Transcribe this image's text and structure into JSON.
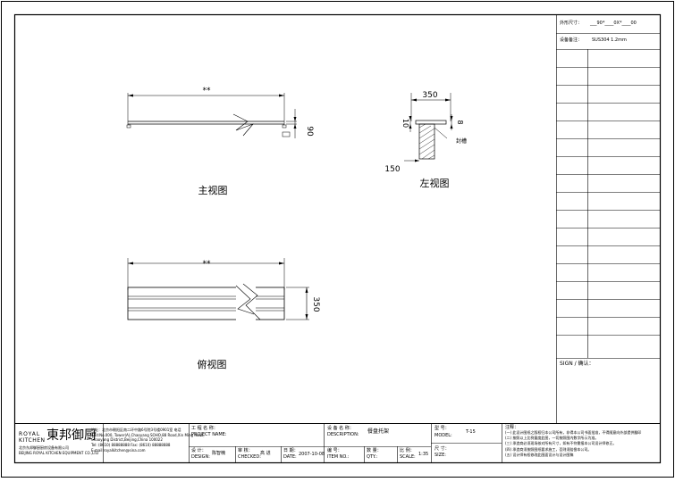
{
  "drawing": {
    "front_view": {
      "label": "主视图",
      "length_mark": "**",
      "height_dim": "90"
    },
    "left_view": {
      "label": "左视图",
      "top_dim": "350",
      "side_dim_left": "10",
      "side_dim_right": "8",
      "bottom_dim": "150",
      "callout": "封槽"
    },
    "top_view": {
      "label": "俯视图",
      "length_mark": "**",
      "width_dim": "350"
    }
  },
  "spec_table": {
    "size_label": "外形尺寸：",
    "size_value": "___90*____0X*____00",
    "material_label": "设备备注：",
    "material_value": "SUS304 1.2mm",
    "sign_label": "SIGN / 确认："
  },
  "title_block": {
    "brand_en_1": "ROYAL",
    "brand_en_2": "KITCHEN",
    "brand_cn": "東邦御厨",
    "company_cn": "北京东邦御厨厨房设备有限公司",
    "company_en": "BEIJING ROYAL KITCHEN EQUIPMENT CO.,LTD",
    "address_lines": [
      "地址：北京市朝阳区南二环中路6号院3号楼0901室 电话",
      "Add:No.000, Tower(A),Chaoyang SOHO,88 Road,Xin Ming Road,",
      "Chaoyang District,Beijing,China 100022",
      "Tel: (8610) 88888888  Fax: (8610) 88888888",
      "E-mail:royalkitchen@sina.com"
    ],
    "project_label": "工 程 名 称：",
    "project_label_en": "PROJECT NAME:",
    "design_label": "设 计：",
    "design_label_en": "DESIGN:",
    "design_value": "陈智楠",
    "check_label": "审 核：",
    "check_label_en": "CHECKED:",
    "check_value": "高 进",
    "date_label": "日 期：",
    "date_label_en": "DATE:",
    "date_value": "2007-10-08",
    "desc_label": "设 备 名 称：",
    "desc_label_en": "DESCRIPTION:",
    "desc_value": "餐盘托架",
    "item_label": "编 号：",
    "item_label_en": "ITEM NO.:",
    "qty_label": "数 量：",
    "qty_label_en": "QTY.:",
    "scale_label": "比 例：",
    "scale_label_en": "SCALE:",
    "scale_value": "1:35",
    "model_label": "型 号：",
    "model_label_en": "MODEL:",
    "model_value": "T-15",
    "size_label": "尺 寸：",
    "size_label_en": "SIZE:",
    "notes_title": "注释：",
    "notes": [
      "(一) 此设计图纸之版权归本公司所有，非得本公司书面批准，不得随意向外部提供翻印",
      "(二) 按照以上比例量度此图，一切按照图内数字所示为准。",
      "(三) 承造商必须现场核对所有尺寸，如有不符需报本公司设计师修正。",
      "(四) 承造商须按照图纸要求施工，否则须赔偿本公司。",
      "(五) 设计师有权修改此图面设计与设计图稿"
    ]
  }
}
